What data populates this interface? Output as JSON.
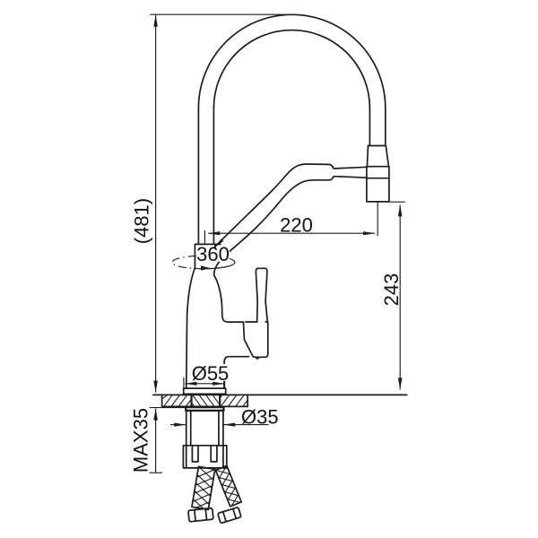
{
  "drawing": {
    "type": "technical-dimension-drawing",
    "subject": "kitchen pull-out faucet, side elevation with installation dimensions",
    "background_color": "#ffffff",
    "line_color": "#1b1b1b",
    "units": "mm",
    "labels": {
      "overall_height": "(481)",
      "spout_reach": "220",
      "spout_drop": "243",
      "swivel_angle": "360",
      "base_diameter": "Ø55",
      "mounting_hole_diameter": "Ø35",
      "max_counter_thickness": "MAX35"
    }
  }
}
